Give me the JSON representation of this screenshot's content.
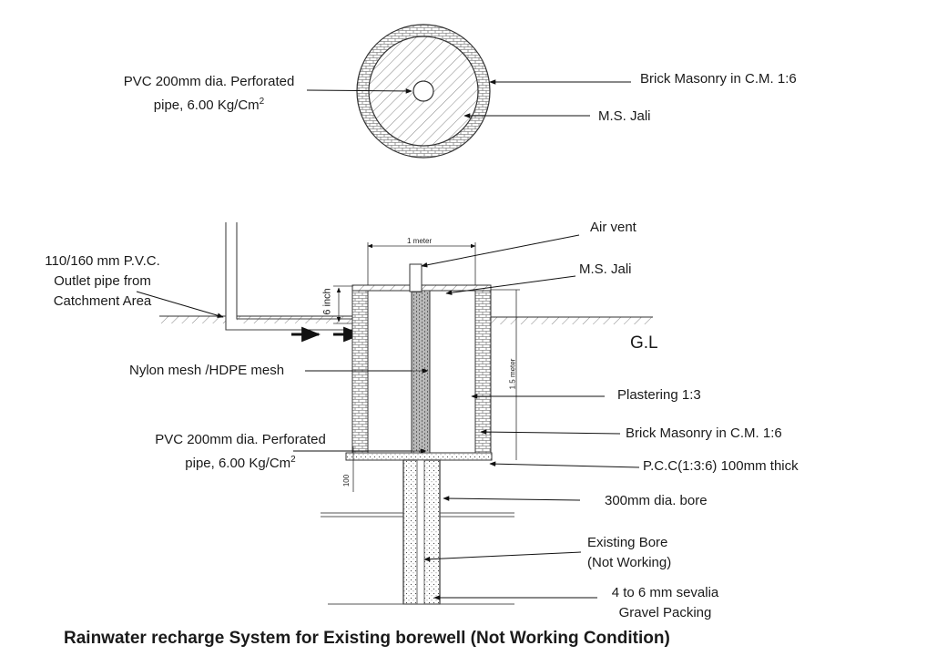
{
  "title": "Rainwater recharge System for Existing borewell (Not Working Condition)",
  "plan": {
    "pipe_line1": "PVC 200mm dia. Perforated",
    "pipe_line2": "pipe, 6.00 Kg/Cm",
    "pipe_sup": "2",
    "brick": "Brick Masonry in C.M. 1:6",
    "jali": "M.S. Jali"
  },
  "section": {
    "outlet_line1": "110/160 mm P.V.C.",
    "outlet_line2": "Outlet pipe from",
    "outlet_line3": "Catchment Area",
    "air_vent": "Air vent",
    "jali": "M.S. Jali",
    "one_meter": "1 meter",
    "six_inch": "6 inch",
    "gl": "G.L",
    "nylon": "Nylon mesh /HDPE mesh",
    "plaster": "Plastering 1:3",
    "one_five_meter": "1.5 meter",
    "brick": "Brick Masonry in C.M. 1:6",
    "pipe_line1": "PVC 200mm dia. Perforated",
    "pipe_line2": "pipe, 6.00 Kg/Cm",
    "pipe_sup": "2",
    "pcc": "P.C.C(1:3:6)  100mm thick",
    "hundred": "100",
    "bore": "300mm dia. bore",
    "existing_line1": "Existing Bore",
    "existing_line2": "(Not Working)",
    "gravel_line1": "4 to 6 mm sevalia",
    "gravel_line2": "Gravel Packing"
  }
}
